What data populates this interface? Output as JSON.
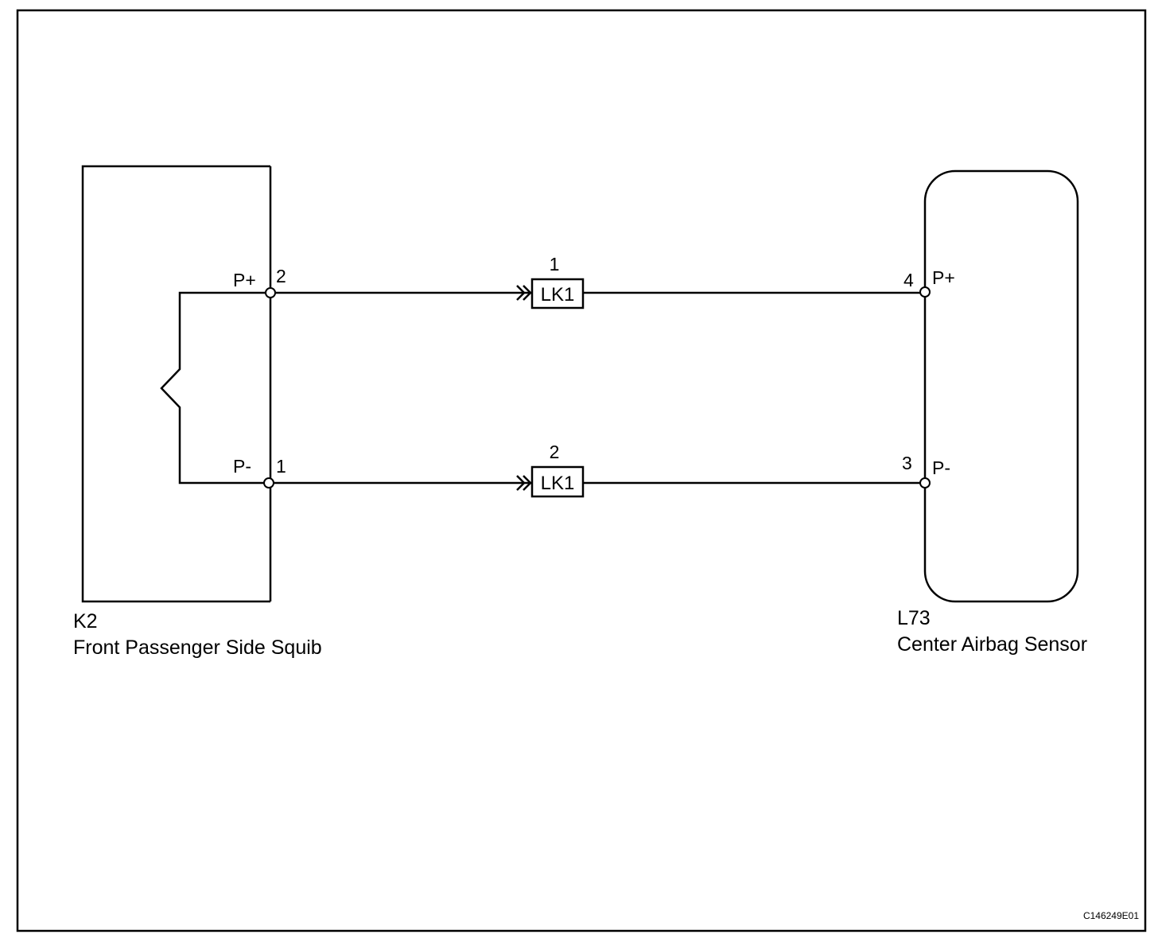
{
  "figure_id": "C146249E01",
  "component_left": {
    "code": "K2",
    "name": "Front Passenger Side Squib",
    "pins": [
      {
        "signal": "P+",
        "number": "2"
      },
      {
        "signal": "P-",
        "number": "1"
      }
    ]
  },
  "component_right": {
    "code": "L73",
    "name": "Center Airbag Sensor",
    "pins": [
      {
        "signal": "P+",
        "number": "4"
      },
      {
        "signal": "P-",
        "number": "3"
      }
    ]
  },
  "connectors": [
    {
      "label": "LK1",
      "pin": "1"
    },
    {
      "label": "LK1",
      "pin": "2"
    }
  ]
}
